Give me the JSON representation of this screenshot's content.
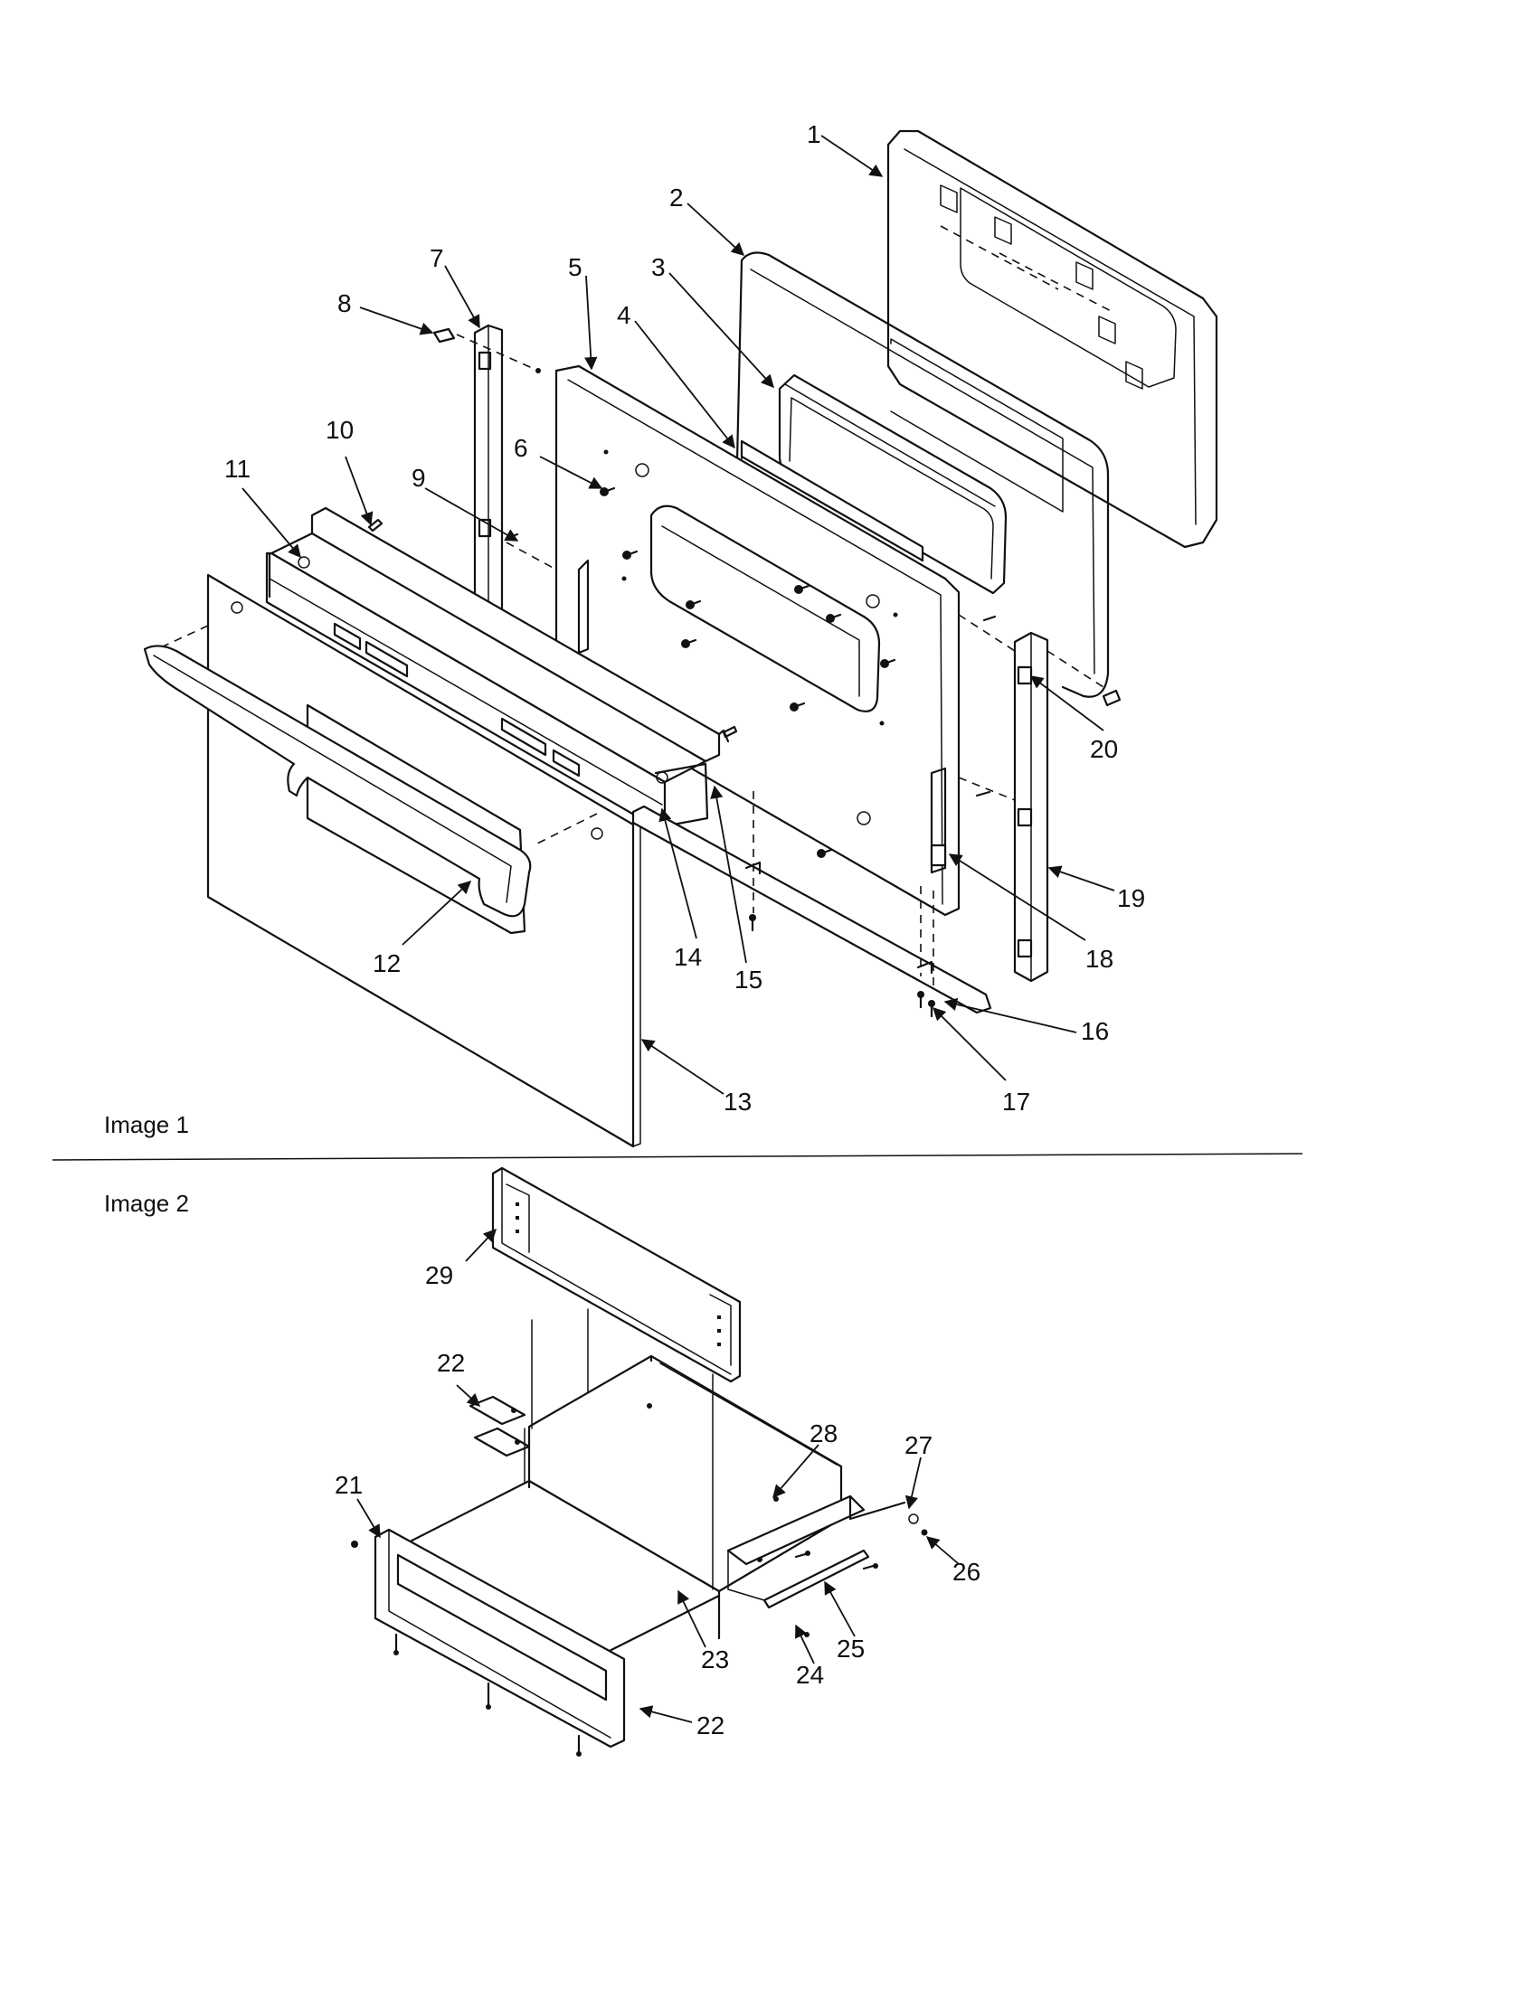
{
  "sections": {
    "image1": "Image 1",
    "image2": "Image 2"
  },
  "callouts": {
    "c1": "1",
    "c2": "2",
    "c3": "3",
    "c4": "4",
    "c5": "5",
    "c6": "6",
    "c7": "7",
    "c8": "8",
    "c9": "9",
    "c10": "10",
    "c11": "11",
    "c12": "12",
    "c13": "13",
    "c14": "14",
    "c15": "15",
    "c16": "16",
    "c17": "17",
    "c18": "18",
    "c19": "19",
    "c20": "20",
    "c21": "21",
    "c22a": "22",
    "c22b": "22",
    "c23": "23",
    "c24": "24",
    "c25": "25",
    "c26": "26",
    "c27": "27",
    "c28": "28",
    "c29": "29"
  }
}
